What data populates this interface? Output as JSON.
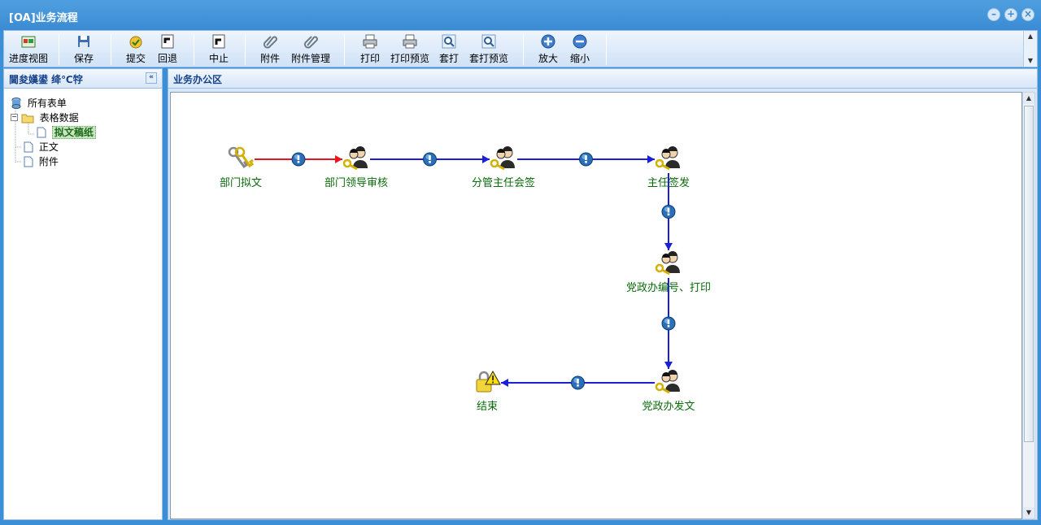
{
  "window": {
    "title": "[OA]业务流程"
  },
  "toolbar": {
    "buttons": [
      {
        "label": "进度视图",
        "icon": "progress-view-icon"
      },
      {
        "label": "保存",
        "icon": "save-icon"
      },
      {
        "label": "提交",
        "icon": "submit-icon"
      },
      {
        "label": "回退",
        "icon": "back-icon"
      },
      {
        "label": "中止",
        "icon": "stop-icon"
      },
      {
        "label": "附件",
        "icon": "paperclip-icon"
      },
      {
        "label": "附件管理",
        "icon": "paperclip-icon"
      },
      {
        "label": "打印",
        "icon": "printer-icon"
      },
      {
        "label": "打印预览",
        "icon": "print-preview-icon"
      },
      {
        "label": "套打",
        "icon": "magnifier-icon"
      },
      {
        "label": "套打预览",
        "icon": "magnifier-icon"
      },
      {
        "label": "放大",
        "icon": "zoom-in-icon"
      },
      {
        "label": "缩小",
        "icon": "zoom-out-icon"
      }
    ]
  },
  "left_panel": {
    "title": "閫夋嫨鍙   绛℃牸",
    "tree": [
      {
        "label": "所有表单",
        "icon": "database-icon"
      },
      {
        "label": "表格数据",
        "icon": "folder-icon"
      },
      {
        "label": "拟文稿纸",
        "icon": "page-icon",
        "selected": true
      },
      {
        "label": "正文",
        "icon": "page-icon"
      },
      {
        "label": "附件",
        "icon": "page-icon"
      }
    ]
  },
  "main_panel": {
    "title": "业务办公区",
    "flow": {
      "nodes": [
        {
          "id": "n1",
          "label": "部门拟文",
          "icon": "keys-icon"
        },
        {
          "id": "n2",
          "label": "部门领导审核",
          "icon": "user-key-icon"
        },
        {
          "id": "n3",
          "label": "分管主任会签",
          "icon": "user-key-icon"
        },
        {
          "id": "n4",
          "label": "主任签发",
          "icon": "user-key-icon"
        },
        {
          "id": "n5",
          "label": "党政办编号、打印",
          "icon": "user-key-icon"
        },
        {
          "id": "n6",
          "label": "党政办发文",
          "icon": "user-key-icon"
        },
        {
          "id": "n7",
          "label": "结束",
          "icon": "lock-warning-icon"
        }
      ],
      "edges": [
        {
          "from": "n1",
          "to": "n2",
          "status": "done",
          "color": "#e8161b"
        },
        {
          "from": "n2",
          "to": "n3",
          "status": "pending",
          "color": "#1c1fd8"
        },
        {
          "from": "n3",
          "to": "n4",
          "status": "pending",
          "color": "#1c1fd8"
        },
        {
          "from": "n4",
          "to": "n5",
          "status": "pending",
          "color": "#1c1fd8"
        },
        {
          "from": "n5",
          "to": "n6",
          "status": "pending",
          "color": "#1c1fd8"
        },
        {
          "from": "n6",
          "to": "n7",
          "status": "pending",
          "color": "#1c1fd8"
        }
      ]
    }
  }
}
